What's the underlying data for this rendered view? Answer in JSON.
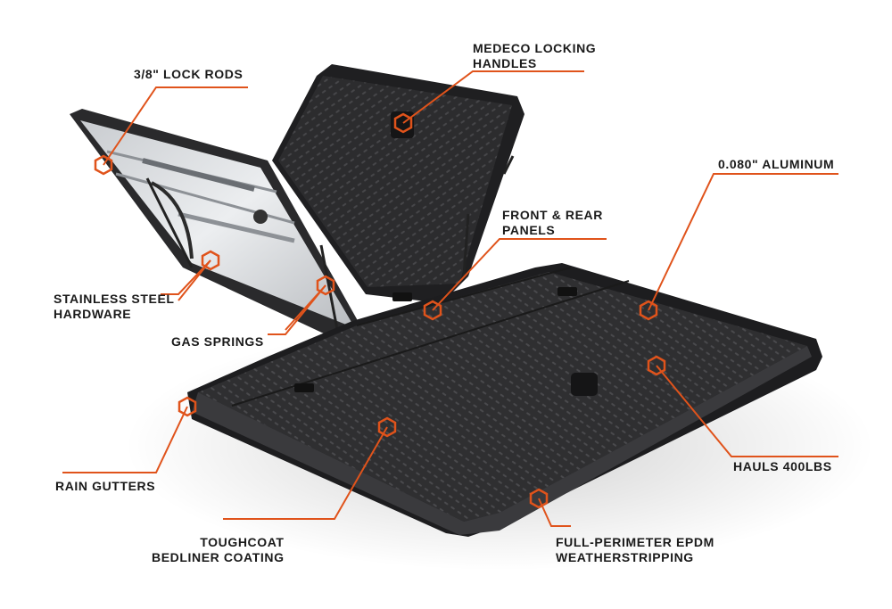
{
  "colors": {
    "accent": "#e0531b",
    "text": "#1a1a1a",
    "lid": "#2e2e30",
    "underside": "#d7d9dc"
  },
  "callouts": {
    "lock_rods": [
      "3/8\" LOCK RODS"
    ],
    "medeco": [
      "MEDECO LOCKING",
      "HANDLES"
    ],
    "aluminum": [
      "0.080\" ALUMINUM"
    ],
    "front_rear": [
      "FRONT & REAR",
      "PANELS"
    ],
    "stainless": [
      "STAINLESS STEEL",
      "HARDWARE"
    ],
    "gas_springs": [
      "GAS SPRINGS"
    ],
    "hauls": [
      "HAULS 400LBS"
    ],
    "rain_gutters": [
      "RAIN GUTTERS"
    ],
    "toughcoat": [
      "TOUGHCOAT",
      "BEDLINER COATING"
    ],
    "epdm": [
      "FULL-PERIMETER EPDM",
      "WEATHERSTRIPPING"
    ]
  }
}
